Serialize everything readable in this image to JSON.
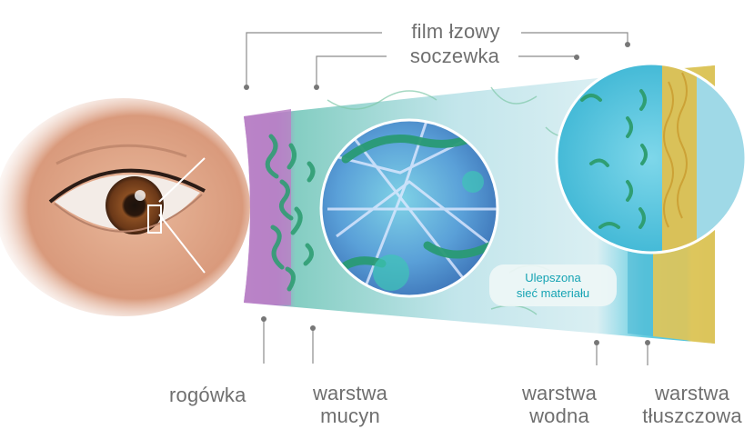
{
  "labels": {
    "tear_film": "film łzowy",
    "lens": "soczewka",
    "cornea": "rogówka",
    "mucin_layer": {
      "line1": "warstwa",
      "line2": "mucyn"
    },
    "aqueous_layer": {
      "line1": "warstwa",
      "line2": "wodna"
    },
    "lipid_layer": {
      "line1": "warstwa",
      "line2": "tłuszczowa"
    }
  },
  "badge": {
    "line1": "Ulepszona",
    "line2": "sieć materiału"
  },
  "colors": {
    "label_text": "#6f6f6f",
    "leader_line": "#8c8c8c",
    "leader_dot": "#777777",
    "badge_text": "#15a3b3",
    "cornea_layer": "#b982c6",
    "mucin_fibers": "#2f9e73",
    "aqueous_layer": "#49c2d9",
    "lipid_layer": "#d7c35a"
  },
  "icons": {
    "eye": "eye-photo-icon",
    "mesh": "material-mesh-icon"
  }
}
